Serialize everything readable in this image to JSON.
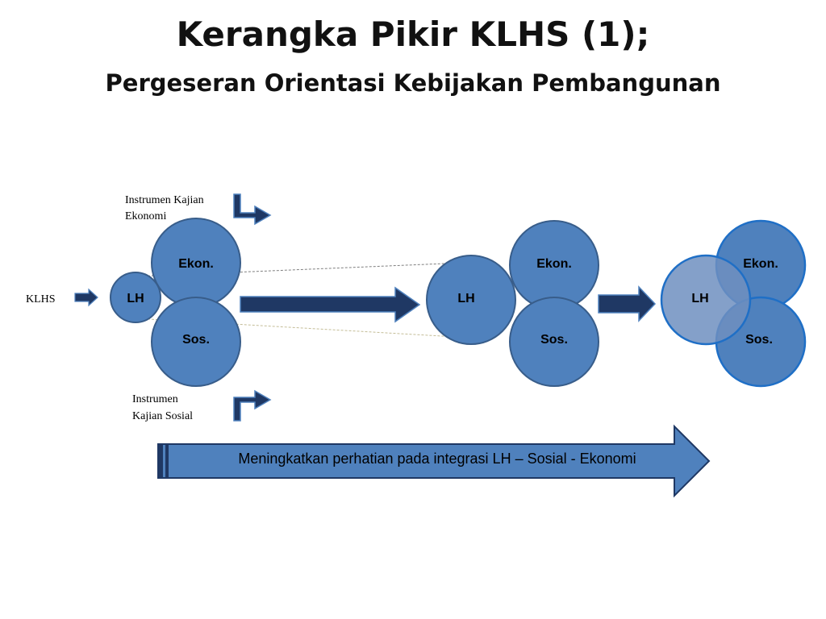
{
  "slide": {
    "title": "Kerangka Pikir KLHS (1);",
    "subtitle": "Pergeseran Orientasi Kebijakan Pembangunan"
  },
  "labels": {
    "instrumen_ekonomi_line1": "Instrumen Kajian",
    "instrumen_ekonomi_line2": "Ekonomi",
    "instrumen_sosial_line1": "Instrumen",
    "instrumen_sosial_line2": "Kajian Sosial",
    "klhs": "KLHS",
    "banner": "Meningkatkan perhatian pada integrasi LH – Sosial - Ekonomi"
  },
  "stages": [
    {
      "ekon": "Ekon.",
      "lh": "LH",
      "sos": "Sos."
    },
    {
      "ekon": "Ekon.",
      "lh": "LH",
      "sos": "Sos."
    },
    {
      "ekon": "Ekon.",
      "lh": "LH",
      "sos": "Sos."
    }
  ],
  "colors": {
    "circle_fill": "#4f81bd",
    "circle_stroke": "#385d8a",
    "circle_stroke_bright": "#1f6fc6",
    "lh_overlap_fill": "#6f8fbf",
    "arrow_dark": "#1f3864",
    "banner_fill": "#4f81bd",
    "banner_stroke": "#1f3864"
  }
}
